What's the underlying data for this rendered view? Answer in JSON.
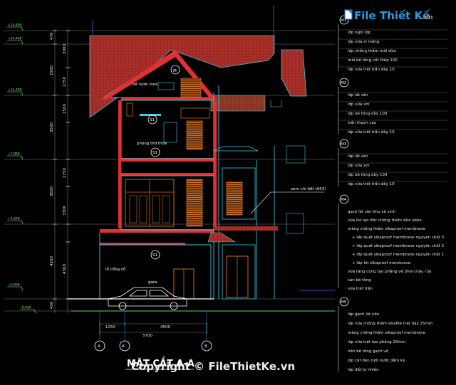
{
  "watermark": {
    "logo_text": "File Thiết Kế",
    "logo_domain": ".vn",
    "copyright": "Copyright © FileThietKe.vn"
  },
  "drawing": {
    "title": "MẶT CẮT A-A",
    "level_marks": [
      "+14,800",
      "+14,400",
      "+11,400",
      "+7,800",
      "+4,200",
      "+0,000",
      "-0,450"
    ],
    "vertical_dims": [
      "470",
      "1900",
      "3500",
      "3600",
      "4200",
      "450"
    ],
    "vertical_dims_inner": [
      "3000",
      "2750",
      "1500",
      "2750",
      "3300",
      "4300"
    ],
    "horizontal_dims": [
      "1250",
      "5700",
      "4500"
    ],
    "grid_axes": [
      "A",
      "A'",
      "B"
    ],
    "room_labels": {
      "attic": "bể nước inox",
      "third": "phòng thờ thoe",
      "first": "lỗ cổng cổ",
      "garage": "gara"
    },
    "callout": "xem chi tiết (A52)",
    "section_marks": [
      "M",
      "S1",
      "S1",
      "S1"
    ]
  },
  "legend": [
    {
      "marker": "M1",
      "lines": [
        "lớp ngói lợp",
        "lớp vữa xi măng",
        "lớp chống thấm mái sika",
        "mái bê tông cốt thép 100",
        "lớp vữa trát trần dày 10"
      ]
    },
    {
      "marker": "M2",
      "lines": [
        "lớp lát sàn",
        "lớp vữa xm",
        "lớp bê tông dày 100",
        "trần thạch cao",
        "lớp vữa trát trần dày 10"
      ]
    },
    {
      "marker": "M3",
      "lines": [
        "lớp lát sàn",
        "lớp vữa xm",
        "lớp bê tông dày 100",
        "lớp vữa trát trần dày 10"
      ]
    },
    {
      "marker": "M4",
      "lines": [
        "gạch lát sân khu vệ sinh",
        "vữa lót tạo dốc chống thấm sika latex",
        "màng chống thấm sikaproof membrane",
        "+ lớp quét sikaproof membrane nguyên chất 3",
        "+ lớp quét sikaproof membrane nguyên chất 2",
        "+ lớp quét sikaproof membrane nguyên chất 1",
        "+ lớp lót sikaproof membrane",
        "vữa tăng cứng tạo phẳng về phía chậu rửa",
        "sàn bê tông",
        "vữa trát trần"
      ]
    },
    {
      "marker": "M5",
      "lines": [
        "lớp gạch lát nền",
        "lớp vữa chống thấm sikalite trát dày 25mm",
        "màng chống thấm sikaproof membrane",
        "lớp vữa trát tạo phẳng 20mm",
        "nền bê tông gạch vỡ",
        "lớp cát đen tưới nước đầm kỹ",
        "lớp đất tự nhiên"
      ]
    }
  ],
  "colors": {
    "background": "#000000",
    "roof_tile": "#b0322b",
    "wall_section": "#e03030",
    "wood": "#c86a1a",
    "cyan": "#3ec8e6",
    "blue": "#3a6be6",
    "green": "#4fe04f",
    "white": "#ffffff",
    "grey_line": "#7a7a7a"
  }
}
